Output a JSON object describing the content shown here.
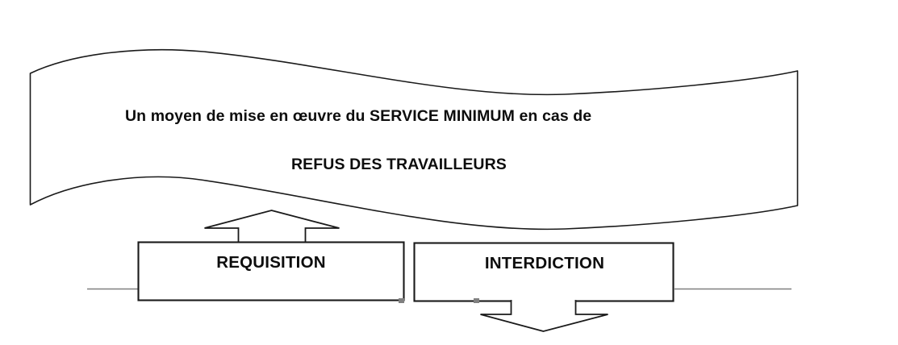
{
  "document": {
    "title": "Un moyen de mise en œuvre du SERVICE MINIMUM en cas de REFUS DES TRAVAILLEURS",
    "background_color": "#ffffff"
  },
  "banner": {
    "name": "wavy-ribbon-banner",
    "line1": "Un moyen de mise en œuvre du SERVICE MINIMUM en cas de",
    "line2": "REFUS DES TRAVAILLEURS",
    "stroke_color": "#1a1a1a",
    "fill_color": "#ffffff",
    "stroke_width": 1.6
  },
  "arrows": {
    "up": {
      "name": "up-arrow-to-requisition",
      "direction": "up",
      "stroke_color": "#1a1a1a",
      "fill_color": "#ffffff"
    },
    "down": {
      "name": "down-arrow-from-interdiction",
      "direction": "down",
      "stroke_color": "#1a1a1a",
      "fill_color": "#ffffff"
    }
  },
  "boxes": [
    {
      "id": "requisition",
      "label": "REQUISITION",
      "stroke_color": "#1a1a1a",
      "fill_color": "#ffffff"
    },
    {
      "id": "interdiction",
      "label": "INTERDICTION",
      "stroke_color": "#1a1a1a",
      "fill_color": "#ffffff"
    }
  ],
  "guide_lines": {
    "name": "baseline-guides",
    "color": "#7f7f7f",
    "left_label": "",
    "right_label": ""
  },
  "handles": {
    "name": "selection-handles",
    "color": "#808080"
  }
}
